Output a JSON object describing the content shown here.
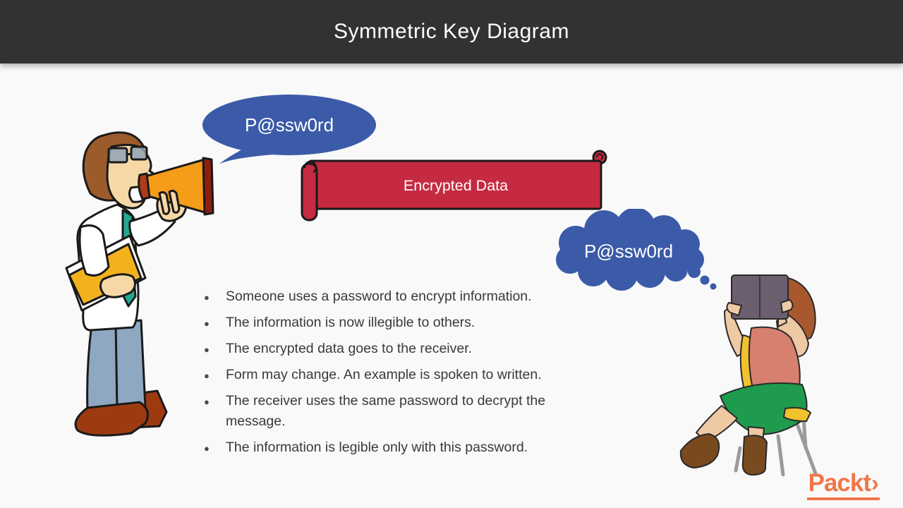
{
  "header": {
    "title": "Symmetric Key Diagram"
  },
  "diagram": {
    "sender_bubble_text": "P@ssw0rd",
    "banner_text": "Encrypted Data",
    "receiver_thought_text": "P@ssw0rd"
  },
  "bullets": [
    "Someone uses a password to encrypt information.",
    "The information is now illegible to others.",
    "The encrypted data goes to the receiver.",
    "Form may change. An example is spoken to written.",
    "The receiver uses the same password to decrypt the message.",
    "The information is legible only with this password."
  ],
  "logo": {
    "text": "Packt",
    "chevron": "›"
  },
  "colors": {
    "header_bg": "#323234",
    "body_bg": "#f9f9f9",
    "bubble_blue": "#3b5ba8",
    "banner_red": "#c52a41",
    "banner_outline": "#1a1a1a",
    "logo_orange": "#f0764a",
    "body_text": "#3a3a3a",
    "title_text": "#ffffff"
  }
}
